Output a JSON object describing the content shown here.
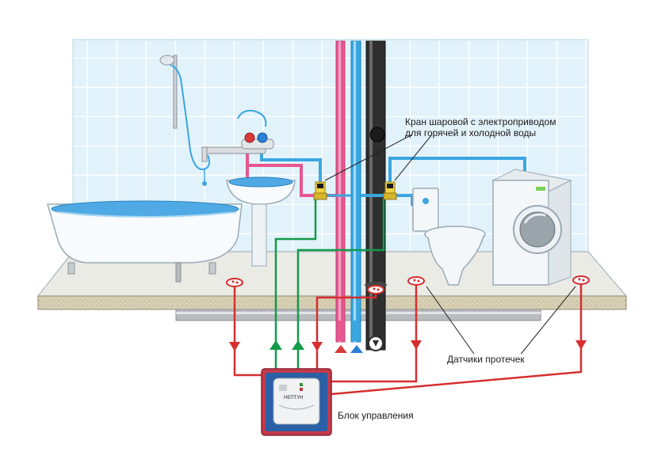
{
  "labels": {
    "valve_line1": "Кран шаровой с электроприводом",
    "valve_line2": "для горячей и холодной воды",
    "leak_sensors": "Датчики  протечек",
    "control_unit": "Блок управления"
  },
  "device_brand": "НЕПТУН",
  "colors": {
    "tile_bg": "#dbeef8",
    "tile_grid": "#ffffff",
    "hot_pipe": "#e8578f",
    "cold_pipe": "#3aa6e0",
    "sewer_pipe": "#2f2f2f",
    "sensor_wire": "#d62f2f",
    "valve_wire": "#139a4a",
    "floor_top": "#e2e2dc",
    "floor_edge": "#c9c1a6",
    "control_frame": "#c23a4a",
    "control_panel": "#2b5fa6"
  },
  "icons": [
    "bathtub-icon",
    "shower-icon",
    "sink-icon",
    "toilet-icon",
    "washing-machine-icon",
    "ball-valve-icon",
    "leak-sensor-icon",
    "control-unit-icon"
  ]
}
